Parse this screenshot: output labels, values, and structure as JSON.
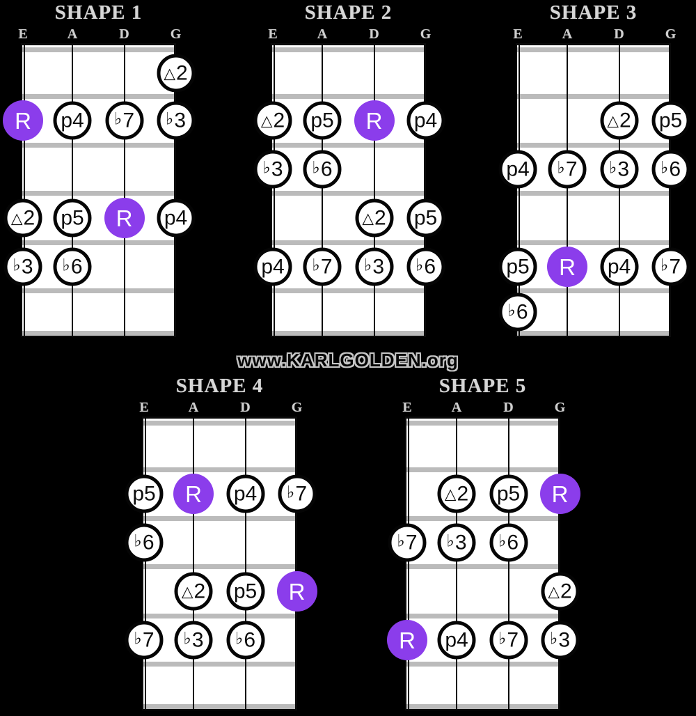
{
  "watermark": {
    "text": "www.KARLGOLDEN.org"
  },
  "strings": [
    "E",
    "A",
    "D",
    "G"
  ],
  "colors": {
    "background": "#000000",
    "board": "#ffffff",
    "fret_bar": "#bbbbbb",
    "string_line": "#0a0a0a",
    "note_fill": "#ffffff",
    "note_stroke": "#050505",
    "root_fill": "#8b3deb",
    "title_text": "#d6d6d6"
  },
  "shapes": [
    {
      "label": "SHAPE 1",
      "notes": [
        {
          "string": "G",
          "fret": 1,
          "label": "△2",
          "root": false
        },
        {
          "string": "E",
          "fret": 2,
          "label": "R",
          "root": true
        },
        {
          "string": "A",
          "fret": 2,
          "label": "p4",
          "root": false
        },
        {
          "string": "D",
          "fret": 2,
          "label": "♭7",
          "root": false
        },
        {
          "string": "G",
          "fret": 2,
          "label": "♭3",
          "root": false
        },
        {
          "string": "E",
          "fret": 4,
          "label": "△2",
          "root": false
        },
        {
          "string": "A",
          "fret": 4,
          "label": "p5",
          "root": false
        },
        {
          "string": "D",
          "fret": 4,
          "label": "R",
          "root": true
        },
        {
          "string": "G",
          "fret": 4,
          "label": "p4",
          "root": false
        },
        {
          "string": "E",
          "fret": 5,
          "label": "♭3",
          "root": false
        },
        {
          "string": "A",
          "fret": 5,
          "label": "♭6",
          "root": false
        }
      ]
    },
    {
      "label": "SHAPE 2",
      "notes": [
        {
          "string": "E",
          "fret": 2,
          "label": "△2",
          "root": false
        },
        {
          "string": "A",
          "fret": 2,
          "label": "p5",
          "root": false
        },
        {
          "string": "D",
          "fret": 2,
          "label": "R",
          "root": true
        },
        {
          "string": "G",
          "fret": 2,
          "label": "p4",
          "root": false
        },
        {
          "string": "E",
          "fret": 3,
          "label": "♭3",
          "root": false
        },
        {
          "string": "A",
          "fret": 3,
          "label": "♭6",
          "root": false
        },
        {
          "string": "D",
          "fret": 4,
          "label": "△2",
          "root": false
        },
        {
          "string": "G",
          "fret": 4,
          "label": "p5",
          "root": false
        },
        {
          "string": "E",
          "fret": 5,
          "label": "p4",
          "root": false
        },
        {
          "string": "A",
          "fret": 5,
          "label": "♭7",
          "root": false
        },
        {
          "string": "D",
          "fret": 5,
          "label": "♭3",
          "root": false
        },
        {
          "string": "G",
          "fret": 5,
          "label": "♭6",
          "root": false
        }
      ]
    },
    {
      "label": "SHAPE 3",
      "notes": [
        {
          "string": "D",
          "fret": 2,
          "label": "△2",
          "root": false
        },
        {
          "string": "G",
          "fret": 2,
          "label": "p5",
          "root": false
        },
        {
          "string": "E",
          "fret": 3,
          "label": "p4",
          "root": false
        },
        {
          "string": "A",
          "fret": 3,
          "label": "♭7",
          "root": false
        },
        {
          "string": "D",
          "fret": 3,
          "label": "♭3",
          "root": false
        },
        {
          "string": "G",
          "fret": 3,
          "label": "♭6",
          "root": false
        },
        {
          "string": "E",
          "fret": 5,
          "label": "p5",
          "root": false
        },
        {
          "string": "A",
          "fret": 5,
          "label": "R",
          "root": true
        },
        {
          "string": "D",
          "fret": 5,
          "label": "p4",
          "root": false
        },
        {
          "string": "G",
          "fret": 5,
          "label": "♭7",
          "root": false
        },
        {
          "string": "E",
          "fret": 6,
          "label": "♭6",
          "root": false
        }
      ]
    },
    {
      "label": "SHAPE 4",
      "notes": [
        {
          "string": "E",
          "fret": 2,
          "label": "p5",
          "root": false
        },
        {
          "string": "A",
          "fret": 2,
          "label": "R",
          "root": true
        },
        {
          "string": "D",
          "fret": 2,
          "label": "p4",
          "root": false
        },
        {
          "string": "G",
          "fret": 2,
          "label": "♭7",
          "root": false
        },
        {
          "string": "E",
          "fret": 3,
          "label": "♭6",
          "root": false
        },
        {
          "string": "A",
          "fret": 4,
          "label": "△2",
          "root": false
        },
        {
          "string": "D",
          "fret": 4,
          "label": "p5",
          "root": false
        },
        {
          "string": "G",
          "fret": 4,
          "label": "R",
          "root": true
        },
        {
          "string": "E",
          "fret": 5,
          "label": "♭7",
          "root": false
        },
        {
          "string": "A",
          "fret": 5,
          "label": "♭3",
          "root": false
        },
        {
          "string": "D",
          "fret": 5,
          "label": "♭6",
          "root": false
        }
      ]
    },
    {
      "label": "SHAPE 5",
      "notes": [
        {
          "string": "A",
          "fret": 2,
          "label": "△2",
          "root": false
        },
        {
          "string": "D",
          "fret": 2,
          "label": "p5",
          "root": false
        },
        {
          "string": "G",
          "fret": 2,
          "label": "R",
          "root": true
        },
        {
          "string": "E",
          "fret": 3,
          "label": "♭7",
          "root": false
        },
        {
          "string": "A",
          "fret": 3,
          "label": "♭3",
          "root": false
        },
        {
          "string": "D",
          "fret": 3,
          "label": "♭6",
          "root": false
        },
        {
          "string": "G",
          "fret": 4,
          "label": "△2",
          "root": false
        },
        {
          "string": "E",
          "fret": 5,
          "label": "R",
          "root": true
        },
        {
          "string": "A",
          "fret": 5,
          "label": "p4",
          "root": false
        },
        {
          "string": "D",
          "fret": 5,
          "label": "♭7",
          "root": false
        },
        {
          "string": "G",
          "fret": 5,
          "label": "♭3",
          "root": false
        }
      ]
    }
  ]
}
